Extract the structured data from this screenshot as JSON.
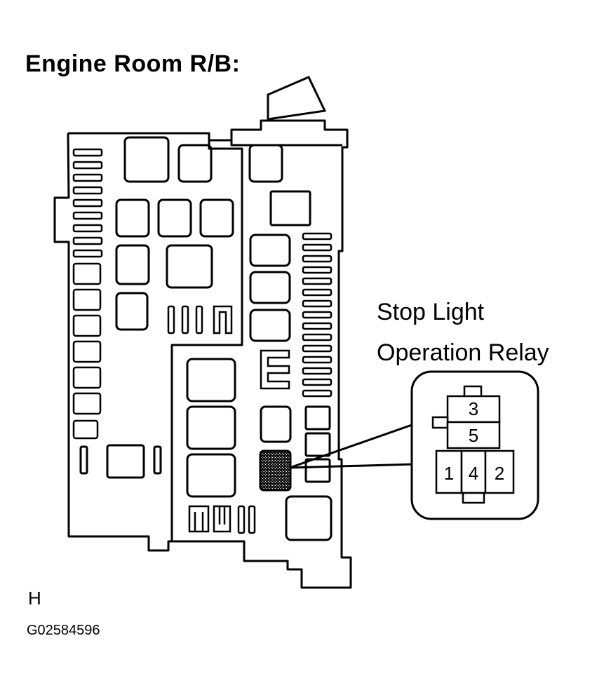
{
  "title": "Engine Room R/B:",
  "callout": {
    "line1": "Stop Light",
    "line2": "Operation Relay"
  },
  "relay_pins": {
    "top": "3",
    "middle": "5",
    "bottom_left": "1",
    "bottom_center": "4",
    "bottom_right": "2"
  },
  "marker_letter": "H",
  "figure_id": "G02584596"
}
